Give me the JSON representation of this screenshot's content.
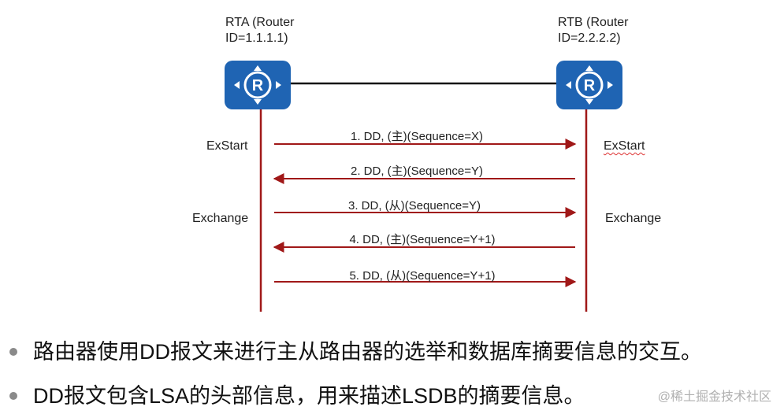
{
  "routers": {
    "rta": {
      "line1": "RTA  (Router",
      "line2": "ID=1.1.1.1)"
    },
    "rtb": {
      "line1": "RTB  (Router",
      "line2": "ID=2.2.2.2)"
    }
  },
  "states": {
    "left_exstart": "ExStart",
    "right_exstart": "ExStart",
    "left_exchange": "Exchange",
    "right_exchange": "Exchange"
  },
  "messages": [
    {
      "label": "1. DD, (主)(Sequence=X)",
      "direction": "right"
    },
    {
      "label": "2. DD, (主)(Sequence=Y)",
      "direction": "left"
    },
    {
      "label": "3. DD, (从)(Sequence=Y)",
      "direction": "right"
    },
    {
      "label": "4. DD, (主)(Sequence=Y+1)",
      "direction": "left"
    },
    {
      "label": "5. DD, (从)(Sequence=Y+1)",
      "direction": "right"
    }
  ],
  "bullets": [
    "路由器使用DD报文来进行主从路由器的选举和数据库摘要信息的交互。",
    "DD报文包含LSA的头部信息，用来描述LSDB的摘要信息。"
  ],
  "watermark": "@稀土掘金技术社区",
  "colors": {
    "router": "#1f64b3",
    "arrow": "#a01818",
    "lifeline": "#a01818",
    "link": "#111111"
  }
}
